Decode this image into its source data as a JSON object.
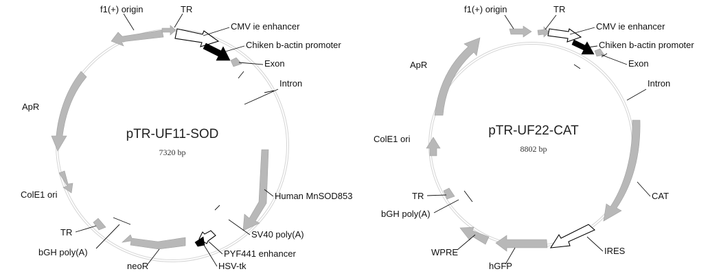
{
  "maps": [
    {
      "name": "pTR-UF11-SOD",
      "size": "7320 bp",
      "features": [
        {
          "label": "f1(+) origin",
          "icon": "gray-arrow"
        },
        {
          "label": "TR",
          "icon": "gray-arrow"
        },
        {
          "label": "CMV ie enhancer",
          "icon": "white-arrow"
        },
        {
          "label": "Chiken b-actin promoter",
          "icon": "black-arrow"
        },
        {
          "label": "Exon",
          "icon": "gray-arrow"
        },
        {
          "label": "Intron",
          "icon": "marker-line"
        },
        {
          "label": "Human MnSOD853",
          "icon": "gray-arrow"
        },
        {
          "label": "SV40 poly(A)",
          "icon": "marker-line"
        },
        {
          "label": "PYF441 enhancer",
          "icon": "white-arrow"
        },
        {
          "label": "HSV-tk",
          "icon": "black-arrow"
        },
        {
          "label": "neoR",
          "icon": "gray-arrow"
        },
        {
          "label": "bGH poly(A)",
          "icon": "marker-line"
        },
        {
          "label": "TR",
          "icon": "gray-arrow"
        },
        {
          "label": "ColE1 ori",
          "icon": "gray-arrow"
        },
        {
          "label": "ApR",
          "icon": "gray-arrow"
        }
      ]
    },
    {
      "name": "pTR-UF22-CAT",
      "size": "8802 bp",
      "features": [
        {
          "label": "f1(+) origin",
          "icon": "gray-arrow"
        },
        {
          "label": "TR",
          "icon": "gray-arrow"
        },
        {
          "label": "CMV ie enhancer",
          "icon": "white-arrow"
        },
        {
          "label": "Chiken b-actin promoter",
          "icon": "black-arrow"
        },
        {
          "label": "Exon",
          "icon": "gray-arrow"
        },
        {
          "label": "Intron",
          "icon": "marker-line"
        },
        {
          "label": "CAT",
          "icon": "gray-arrow"
        },
        {
          "label": "IRES",
          "icon": "white-arrow"
        },
        {
          "label": "hGFP",
          "icon": "gray-arrow"
        },
        {
          "label": "WPRE",
          "icon": "gray-arrow"
        },
        {
          "label": "bGH poly(A)",
          "icon": "marker-line"
        },
        {
          "label": "TR",
          "icon": "gray-arrow"
        },
        {
          "label": "ColE1 ori",
          "icon": "gray-arrow"
        },
        {
          "label": "ApR",
          "icon": "gray-arrow"
        }
      ]
    }
  ]
}
